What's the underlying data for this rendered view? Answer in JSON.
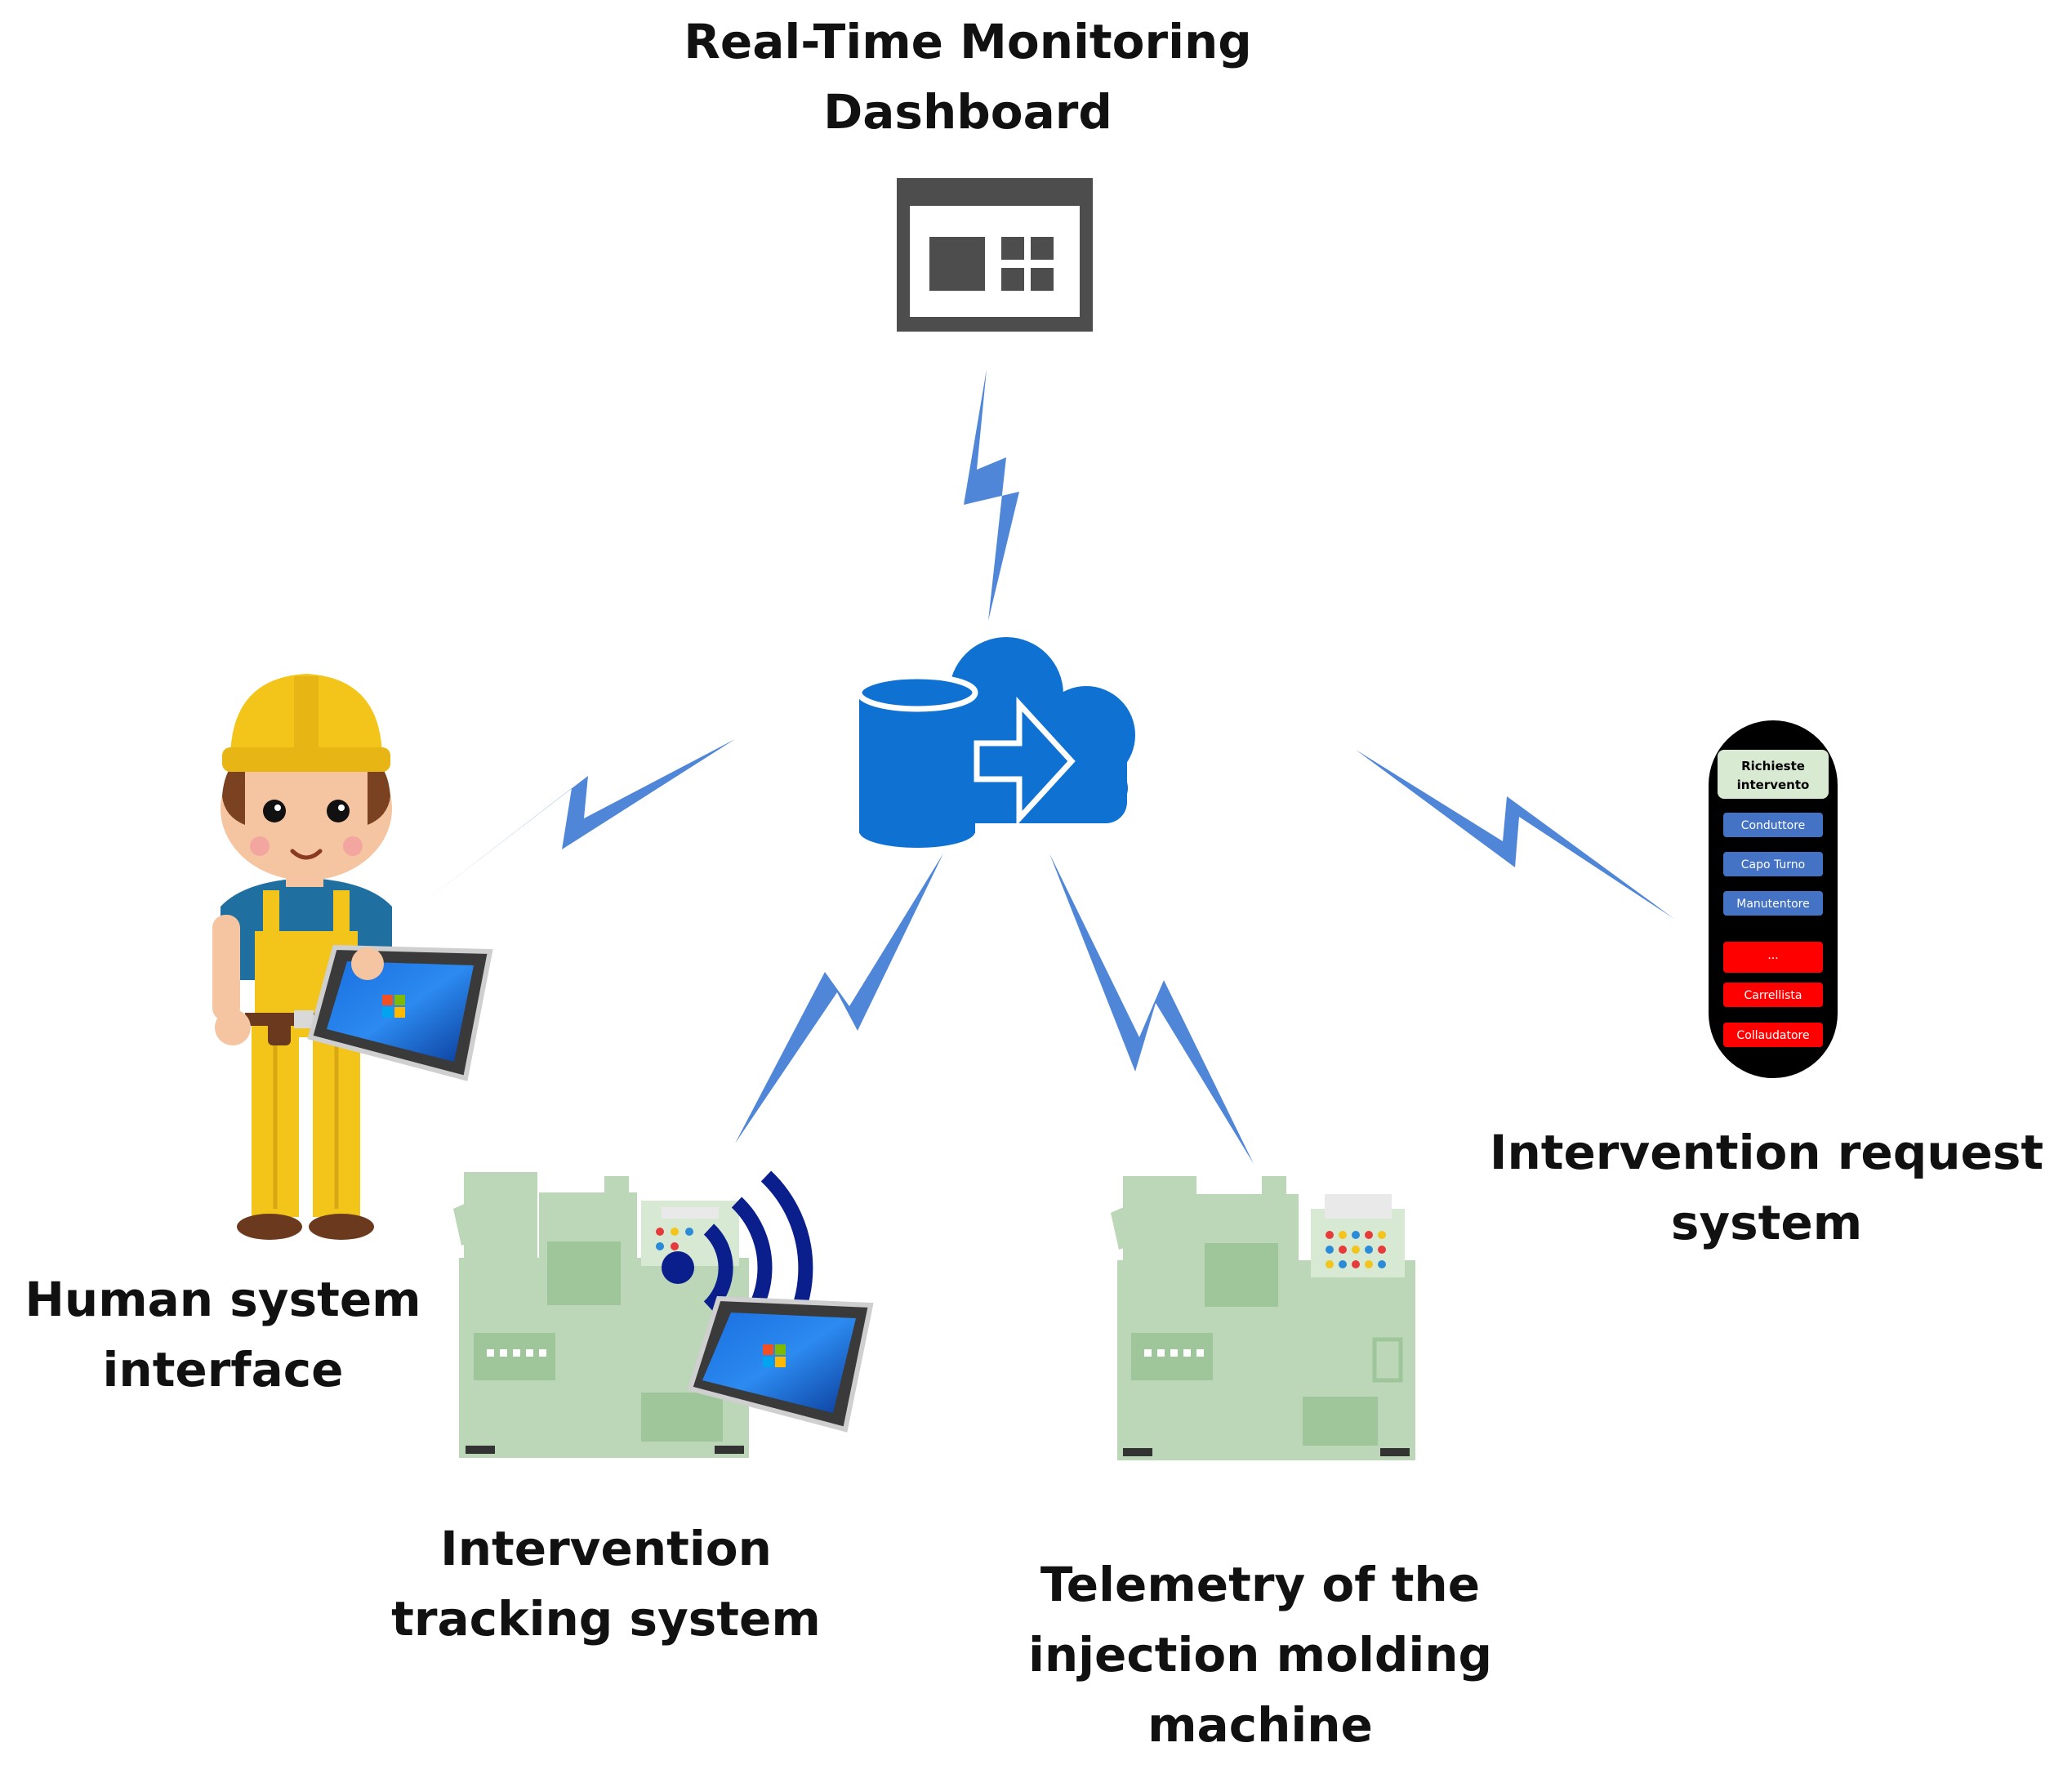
{
  "nodes": {
    "dashboard": {
      "lines": [
        "Real-Time Monitoring",
        "Dashboard"
      ],
      "icon": "dashboard-window-icon"
    },
    "cloud": {
      "icon": "cloud-database-transfer-icon"
    },
    "hsi": {
      "lines": [
        "Human system",
        "interface"
      ],
      "icon": "worker-with-tablet-icon"
    },
    "tracking": {
      "lines": [
        "Intervention",
        "tracking system"
      ],
      "icon": "machine-with-wireless-tablet-icon"
    },
    "telemetry": {
      "lines": [
        "Telemetry of the",
        "injection molding",
        "machine"
      ],
      "icon": "injection-molding-machine-icon"
    },
    "request": {
      "lines": [
        "Intervention request",
        "system"
      ],
      "icon": "request-panel-icon"
    }
  },
  "request_panel": {
    "header": [
      "Richieste",
      "intervento"
    ],
    "roles_blue": [
      "Conduttore",
      "Capo Turno",
      "Manutentore"
    ],
    "roles_red": [
      "...",
      "Carrellista",
      "Collaudatore"
    ]
  },
  "colors": {
    "link": "#4f86d8",
    "cloud": "#0f72d2",
    "dashboard": "#4d4d4d",
    "machine": "#bcd7b8",
    "machine_dark": "#9fc59a",
    "role_blue": "#4472c4",
    "role_red": "#ff0000",
    "panel_header": "#d9ead3",
    "helmet": "#f3c51b",
    "wifi": "#0a1e8c"
  }
}
